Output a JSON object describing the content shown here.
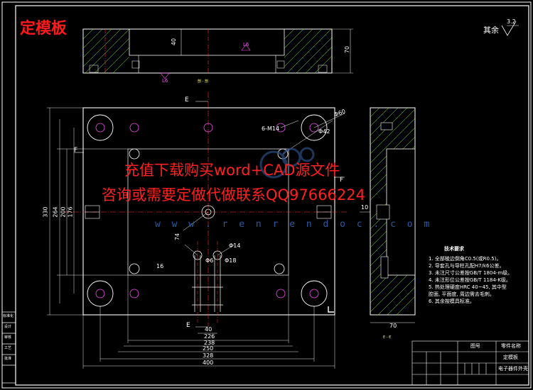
{
  "drawing": {
    "title": "定模板",
    "roughness_prefix": "其余",
    "roughness_value": "3.2",
    "section_top": "剖 - 剖",
    "section_side": "E - E",
    "label_E": "E",
    "label_F": "F"
  },
  "watermark": {
    "line1": "充值下载购买word+CAD源文件",
    "line2": "咨询或需要定做代做联系QQ97666224",
    "url": "w w w . r e n r e n d o c . c o m"
  },
  "dimensions": {
    "top_h40": "40",
    "top_h70": "70",
    "l6_a": "L6",
    "l6_b": "L6",
    "v330": "330",
    "v264": "264",
    "v200": "200",
    "v176": "176",
    "h40": "40",
    "h226": "226",
    "h238": "238",
    "h250": "250",
    "h328": "328",
    "h400": "400",
    "d74": "74",
    "d16": "16",
    "phi14": "Φ14",
    "phi18": "Φ18",
    "phi6": "Φ6",
    "phi60": "Φ60",
    "phi42": "Φ42",
    "m14": "6-M14",
    "side_70": "70",
    "side_10": "10"
  },
  "notes": {
    "heading": "技术要求",
    "items": [
      "1. 全部棱边倒角C0.5(或R0.5)。",
      "2. 导套孔与导柱孔配H7/k6公差。",
      "3. 未注尺寸公差按GB/T 1804-m级。",
      "4. 未注形位公差按GB/T 1184-K级。",
      "5. 热处理硬度HRC 40~45, 其中型",
      "   腔面, 平面度, 周边需去毛刺。",
      "6. 其余按模具标准。"
    ]
  },
  "title_block": {
    "sheet_name": "定模板",
    "part_name": "零件名称",
    "drawing_no": "图号",
    "product": "电子器件外壳",
    "left_labels": [
      "标准化",
      "设计",
      "审核",
      "工艺",
      "批准"
    ]
  }
}
